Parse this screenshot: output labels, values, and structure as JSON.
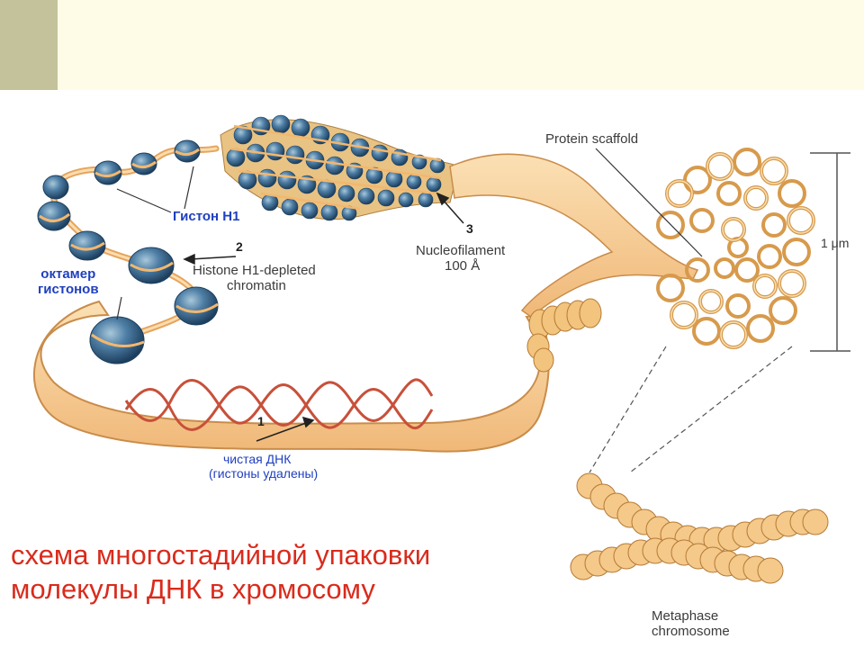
{
  "labels": {
    "histone_h1": "Гистон H1",
    "histone_octamer": [
      "октамер",
      "гистонов"
    ],
    "stage2_number": "2",
    "stage2_text": [
      "Histone H1-depleted",
      "chromatin"
    ],
    "stage3_number": "3",
    "stage3_text": [
      "Nucleofilament",
      "100 Å"
    ],
    "stage1_number": "1",
    "stage1_text": [
      "чистая ДНК",
      "(гистоны удалены)"
    ],
    "protein_scaffold": "Protein scaffold",
    "scale": "1 μm",
    "metaphase": [
      "Metaphase",
      "chromosome"
    ]
  },
  "caption": [
    "схема многостадийной упаковки",
    "молекулы ДНК в хромосому"
  ],
  "colors": {
    "header_background": "#fefce6",
    "header_square": "#c3c29a",
    "fiber": "#f6c98a",
    "nucleosome": "#3d6f98",
    "dna_helix": "#c8503a",
    "label_blue": "#1f3fbf",
    "caption_red": "#d92b1c"
  }
}
